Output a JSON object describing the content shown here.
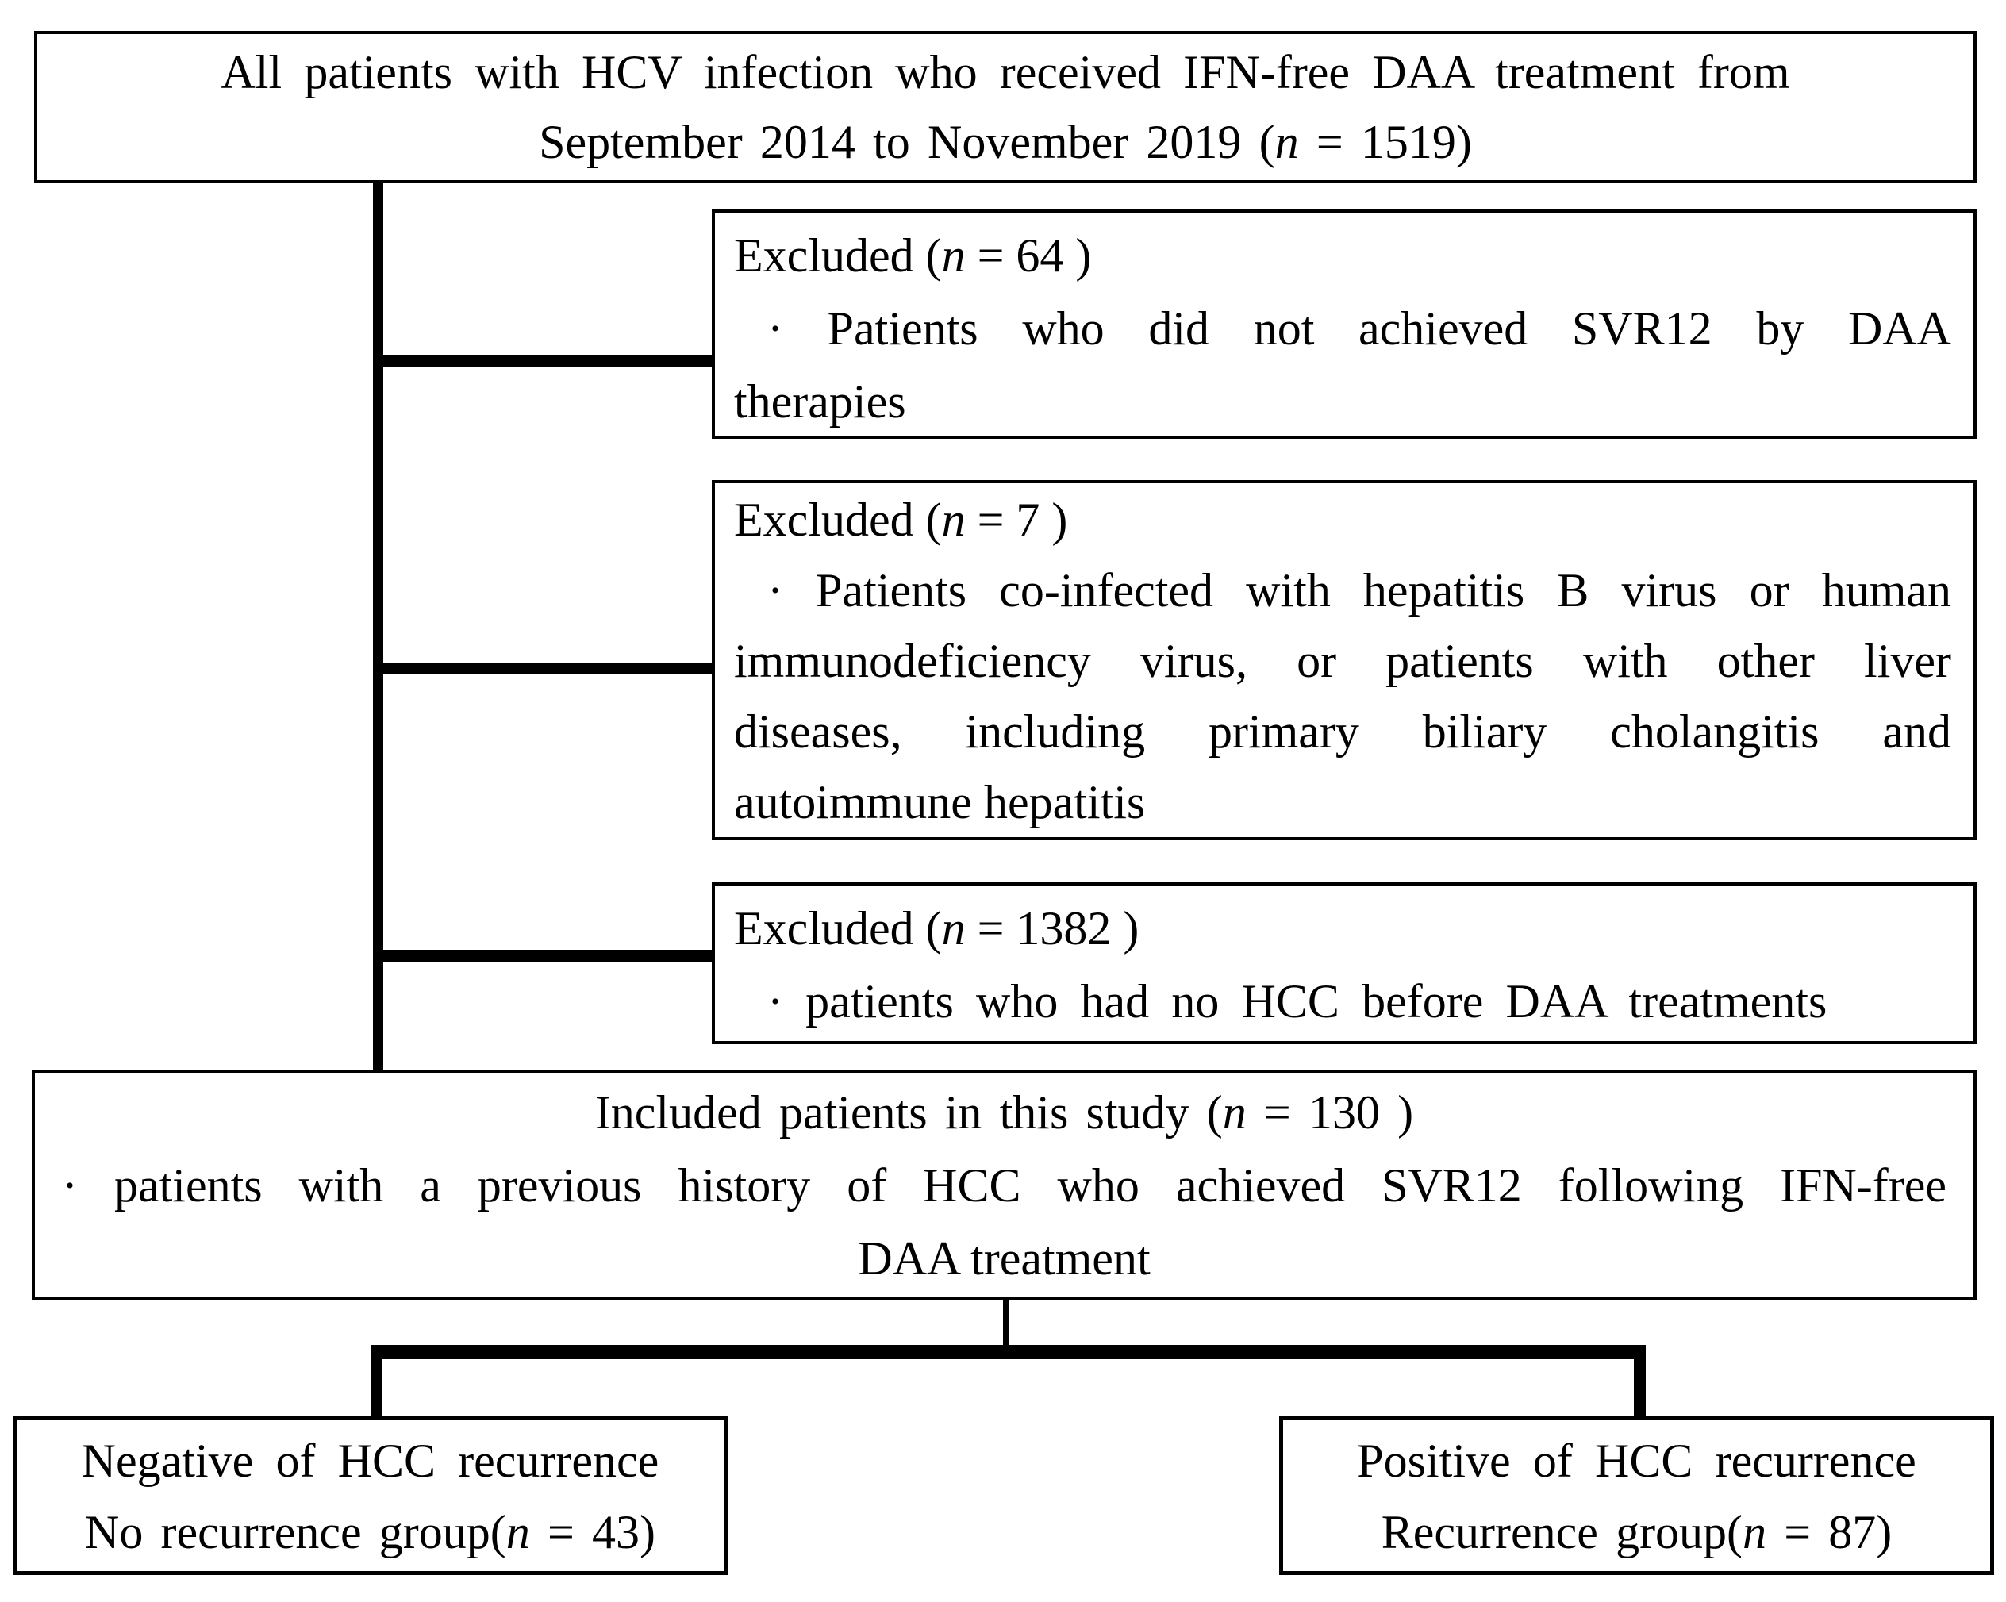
{
  "colors": {
    "background": "#ffffff",
    "box_border": "#000000",
    "connector": "#000000",
    "text": "#000000"
  },
  "boxes": {
    "top": {
      "lines": [
        "All patients with HCV infection who received IFN-free DAA treatment from",
        "September 2014 to November 2019 (n = 1519)"
      ]
    },
    "excluded_1": {
      "heading": "Excluded (n = 64 )",
      "lines": [
        "· Patients who did not achieved SVR12 by DAA",
        "therapies"
      ]
    },
    "excluded_2": {
      "heading": "Excluded (n = 7 )",
      "lines": [
        "· Patients co-infected with hepatitis B virus or human",
        "immunodeficiency virus, or patients with other liver",
        "diseases, including primary biliary cholangitis and",
        "autoimmune hepatitis"
      ]
    },
    "excluded_3": {
      "heading": "Excluded (n = 1382 )",
      "lines": [
        "· patients who had no HCC before DAA treatments"
      ]
    },
    "included": {
      "lines": [
        "Included patients in this study (n = 130 )",
        "· patients with a previous history of HCC who achieved SVR12 following IFN-free",
        "DAA treatment"
      ]
    },
    "no_recurrence": {
      "lines": [
        "Negative of HCC recurrence",
        "No recurrence group(n = 43)"
      ]
    },
    "recurrence": {
      "lines": [
        "Positive of HCC recurrence",
        "Recurrence group(n = 87)"
      ]
    }
  }
}
